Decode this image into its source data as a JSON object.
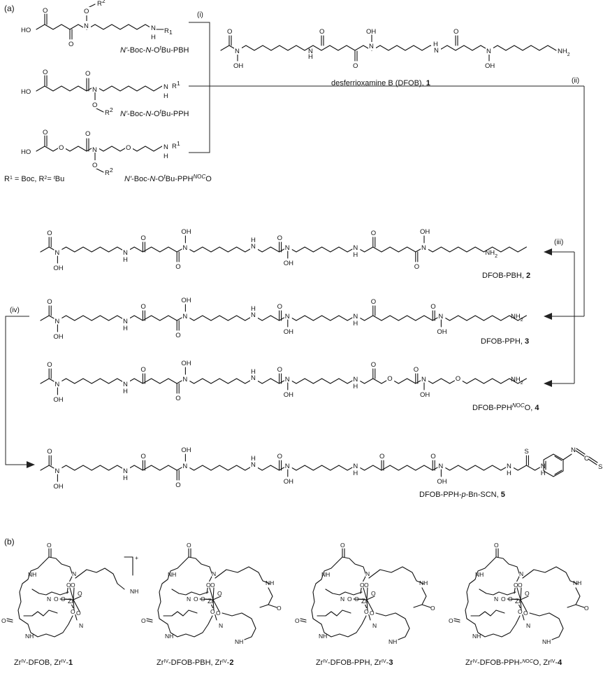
{
  "panels": {
    "a": "(a)",
    "b": "(b)"
  },
  "steps": {
    "i": "(i)",
    "ii": "(ii)",
    "iii": "(iii)",
    "iv": "(iv)"
  },
  "reagents": [
    {
      "name_a": "N'",
      "name_b": "-Boc-",
      "name_c": "N",
      "name_d": "-O",
      "name_e": "t",
      "name_f": "Bu-PBH"
    },
    {
      "name_a": "N'",
      "name_b": "-Boc-",
      "name_c": "N",
      "name_d": "-O",
      "name_e": "t",
      "name_f": "Bu-PPH"
    },
    {
      "name_a": "N'",
      "name_b": "-Boc-",
      "name_c": "N",
      "name_d": "-O",
      "name_e": "t",
      "name_f": "Bu-PPH",
      "sup1": "N",
      "mid": "O",
      "sup2": "C",
      "end": "O"
    }
  ],
  "definitions": {
    "r1": "R",
    "r1_sup": "1",
    "r1_text": " = Boc, R",
    "r2_sup": "2",
    "r2_text": "= ",
    "t_sup": "t",
    "bu": "Bu"
  },
  "dfob": {
    "name": "desferrioxamine B (DFOB), ",
    "num": "1"
  },
  "products": [
    {
      "name": "DFOB-PBH, ",
      "num": "2"
    },
    {
      "name": "DFOB-PPH, ",
      "num": "3"
    },
    {
      "name": "DFOB-PPH",
      "sup1": "N",
      "mid": "O",
      "sup2": "C",
      "end": "O, ",
      "num": "4"
    },
    {
      "name_a": "DFOB-PPH-",
      "name_b": "p",
      "name_c": "-Bn-SCN, ",
      "num": "5"
    }
  ],
  "complexes": [
    {
      "a": "Zr",
      "sup": "IV",
      "b": "-DFOB, Zr",
      "sup2": "IV",
      "c": "-",
      "num": "1"
    },
    {
      "a": "Zr",
      "sup": "IV",
      "b": "-DFOB-PBH, Zr",
      "sup2": "IV",
      "c": "-",
      "num": "2"
    },
    {
      "a": "Zr",
      "sup": "IV",
      "b": "-DFOB-PPH, Zr",
      "sup2": "IV",
      "c": "-",
      "num": "3"
    },
    {
      "a": "Zr",
      "sup": "IV",
      "b": "-DFOB-PPH-",
      "sup3": "N",
      "mid": "O",
      "sup4": "C",
      "d": "O, Zr",
      "sup2": "IV",
      "c": "-",
      "num": "4"
    }
  ],
  "atoms": {
    "HO": "HO",
    "OH": "OH",
    "O": "O",
    "N": "N",
    "H": "H",
    "NH": "NH",
    "NH2": "NH",
    "sub2": "2",
    "R": "R",
    "sup1": "1",
    "sup2": "2",
    "Zr": "Zr",
    "S": "S",
    "C": "C",
    "plus": "+"
  },
  "colors": {
    "ink": "#111111",
    "background": "#ffffff"
  }
}
